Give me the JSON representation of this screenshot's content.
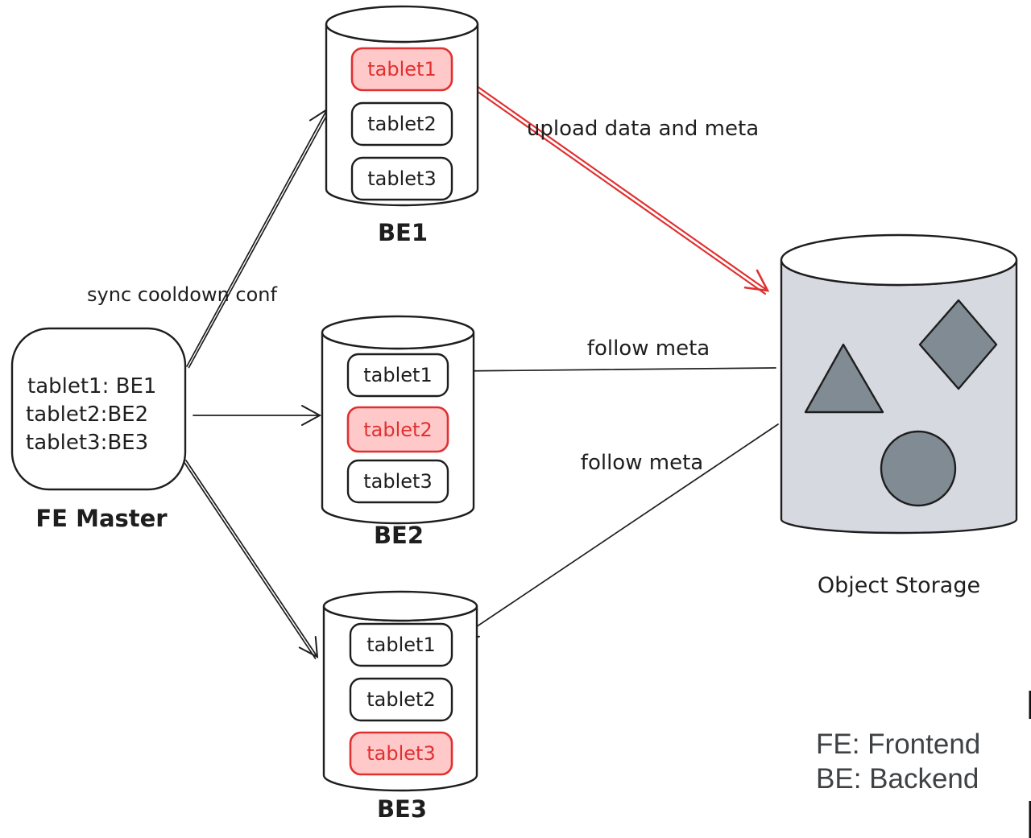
{
  "fe_master": {
    "label": "FE Master",
    "mapping_lines": [
      "tablet1: BE1",
      "tablet2:BE2",
      "tablet3:BE3"
    ]
  },
  "backends": [
    {
      "label": "BE1",
      "tablets": [
        {
          "label": "tablet1",
          "highlighted": true
        },
        {
          "label": "tablet2",
          "highlighted": false
        },
        {
          "label": "tablet3",
          "highlighted": false
        }
      ]
    },
    {
      "label": "BE2",
      "tablets": [
        {
          "label": "tablet1",
          "highlighted": false
        },
        {
          "label": "tablet2",
          "highlighted": true
        },
        {
          "label": "tablet3",
          "highlighted": false
        }
      ]
    },
    {
      "label": "BE3",
      "tablets": [
        {
          "label": "tablet1",
          "highlighted": false
        },
        {
          "label": "tablet2",
          "highlighted": false
        },
        {
          "label": "tablet3",
          "highlighted": true
        }
      ]
    }
  ],
  "object_storage": {
    "label": "Object Storage",
    "shapes": [
      "triangle-icon",
      "diamond-icon",
      "circle-icon"
    ]
  },
  "edges": {
    "sync_label": "sync cooldown conf",
    "upload_label": "upload data and meta",
    "follow_meta_label_1": "follow meta",
    "follow_meta_label_2": "follow meta"
  },
  "legend": {
    "fe": "FE: Frontend",
    "be": "BE: Backend"
  },
  "colors": {
    "ink": "#1e1e1e",
    "highlight_fill": "#ffc9c9",
    "highlight_stroke": "#e03131",
    "storage_body_fill": "#d6dae0",
    "storage_shape_fill": "#808b94",
    "legend_text": "#3f4245",
    "background": "#ffffff"
  }
}
